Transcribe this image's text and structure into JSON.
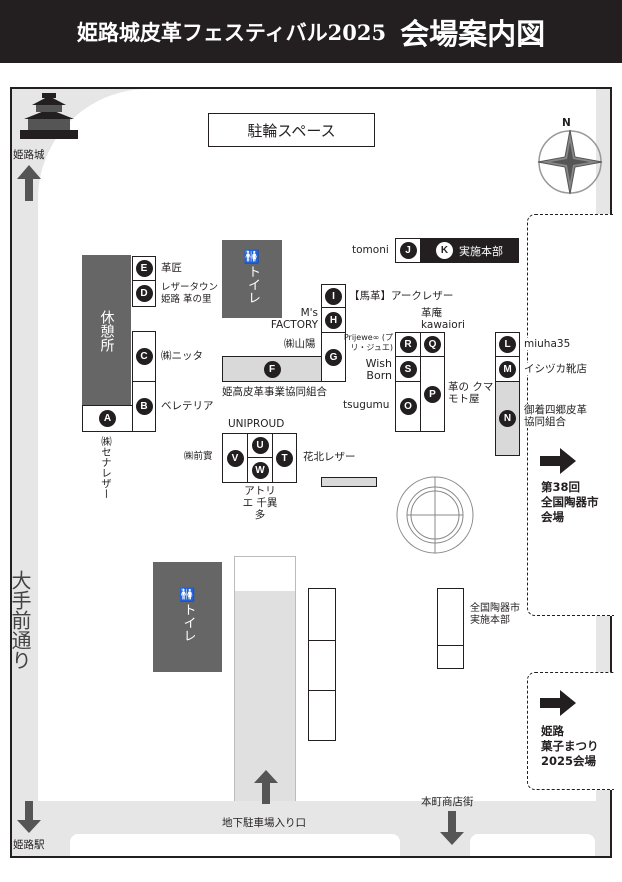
{
  "header": {
    "title": "姫路城皮革フェスティバル2025",
    "subtitle": "会場案内図"
  },
  "landmarks": {
    "castle": "姫路城",
    "station": "姫路駅",
    "avenue": "大手前通り",
    "parking": "地下駐車場入り口",
    "shopping_street": "本町商店街",
    "bike_parking": "駐輪スペース",
    "compass_n": "N",
    "rest_area": "休憩所",
    "toilet": "トイレ"
  },
  "booths": [
    {
      "id": "A",
      "name": "㈱セナレザー"
    },
    {
      "id": "B",
      "name": "ベレテリア"
    },
    {
      "id": "C",
      "name": "㈱ニッタ"
    },
    {
      "id": "D",
      "name": "レザータウン姫路 革の里"
    },
    {
      "id": "E",
      "name": "革匠"
    },
    {
      "id": "F",
      "name": "姫高皮革事業協同組合"
    },
    {
      "id": "G",
      "name": "㈱山陽"
    },
    {
      "id": "H",
      "name": "M's FACTORY"
    },
    {
      "id": "I",
      "name": "【馬革】アークレザー"
    },
    {
      "id": "J",
      "name": "tomoni"
    },
    {
      "id": "K",
      "name": "実施本部"
    },
    {
      "id": "L",
      "name": "miuha35"
    },
    {
      "id": "M",
      "name": "イシヅカ靴店"
    },
    {
      "id": "N",
      "name": "御着四郷皮革 協同組合"
    },
    {
      "id": "O",
      "name": "tsugumu"
    },
    {
      "id": "P",
      "name": "革の クマモト屋"
    },
    {
      "id": "Q",
      "name": "革庵 kawaiori"
    },
    {
      "id": "R",
      "name": "Prijewe∞ (プリ・ジュエ)"
    },
    {
      "id": "S",
      "name": "Wish Born"
    },
    {
      "id": "T",
      "name": "花北レザー"
    },
    {
      "id": "U",
      "name": "UNIPROUD"
    },
    {
      "id": "V",
      "name": "㈱前實"
    },
    {
      "id": "W",
      "name": "アトリエ 千異多"
    }
  ],
  "external": {
    "pottery_a": "第38回",
    "pottery_b": "全国陶器市",
    "pottery_c": "会場",
    "pottery_hq_a": "全国陶器市",
    "pottery_hq_b": "実施本部",
    "sweets_a": "姫路",
    "sweets_b": "菓子まつり",
    "sweets_c": "2025会場"
  }
}
